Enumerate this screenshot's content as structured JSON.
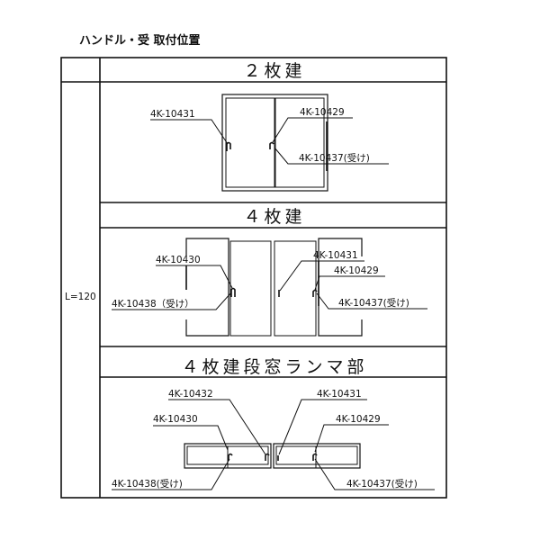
{
  "title": "ハンドル・受 取付位置",
  "side_label": "L=120",
  "sections": [
    {
      "header": "２枚建",
      "labels": {
        "left": "4K-10431",
        "right_top": "4K-10429",
        "right_bottom": "4K-10437(受け)"
      }
    },
    {
      "header": "４枚建",
      "labels": {
        "left_top": "4K-10430",
        "left_bottom": "4K-10438（受け）",
        "right_top": "4K-10431",
        "right_mid": "4K-10429",
        "right_bottom": "4K-10437(受け)"
      }
    },
    {
      "header": "４枚建段窓ランマ部",
      "labels": {
        "left_top": "4K-10432",
        "left_mid": "4K-10430",
        "left_bottom": "4K-10438(受け)",
        "right_top": "4K-10431",
        "right_mid": "4K-10429",
        "right_bottom": "4K-10437(受け)"
      }
    }
  ]
}
